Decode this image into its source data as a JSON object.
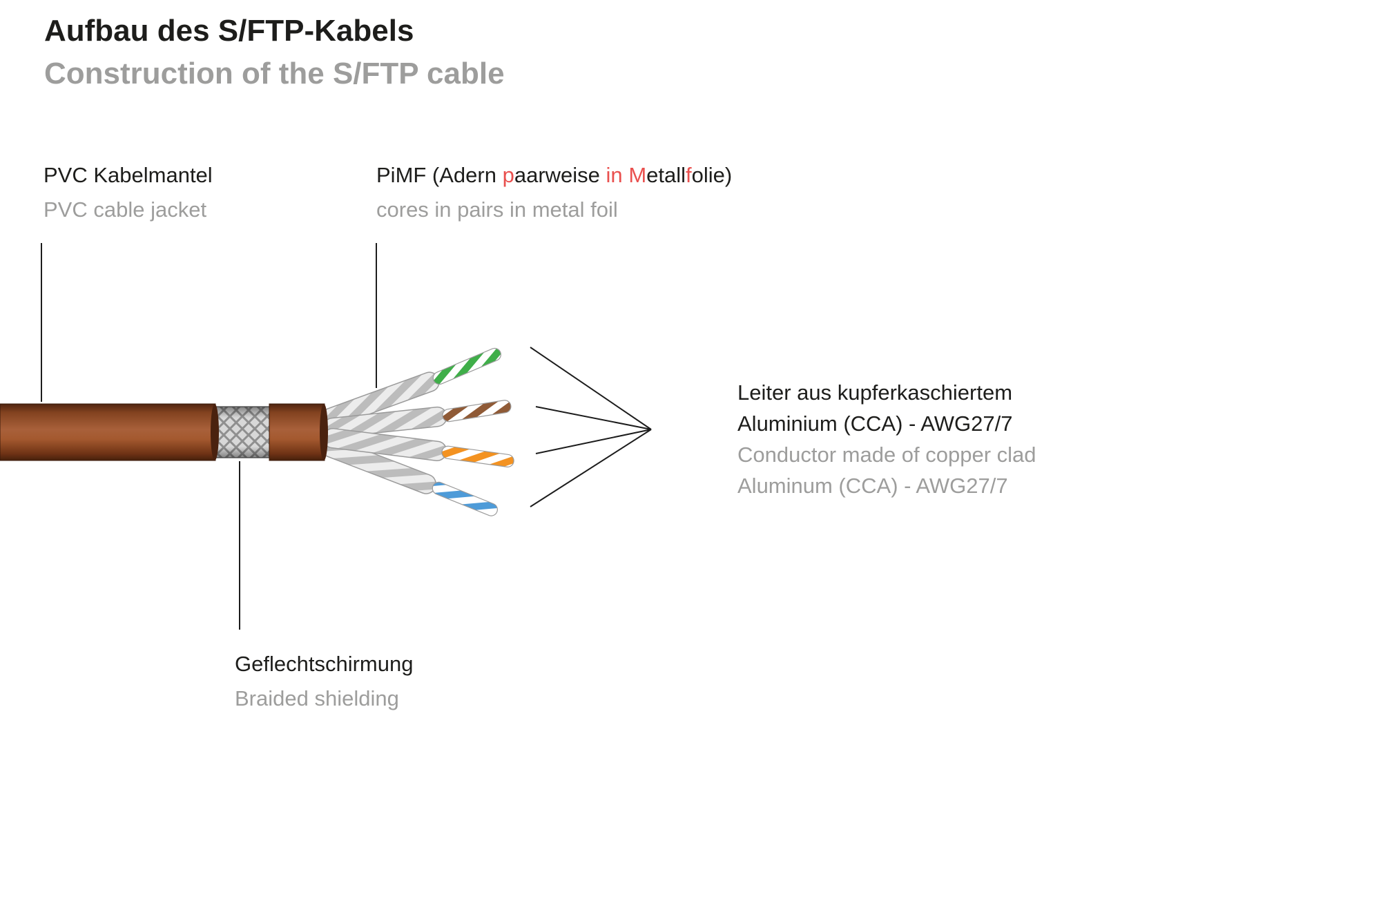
{
  "header": {
    "title_de": "Aufbau des S/FTP-Kabels",
    "title_en": "Construction of the S/FTP cable"
  },
  "labels": {
    "jacket": {
      "de": "PVC Kabelmantel",
      "en": "PVC cable jacket"
    },
    "pimf": {
      "de": {
        "s0": "PiMF (Adern ",
        "r0": "p",
        "s1": "aarweise ",
        "r1": "in",
        "s2": " ",
        "r2": "M",
        "s3": "etall",
        "r3": "f",
        "s4": "olie)"
      },
      "en": "cores in pairs in metal foil"
    },
    "conductor": {
      "de1": "Leiter aus kupferkaschiertem",
      "de2": "Aluminium (CCA) - AWG27/7",
      "en1": "Conductor made of copper clad",
      "en2": "Aluminum (CCA) - AWG27/7"
    },
    "braid": {
      "de": "Geflechtschirmung",
      "en": "Braided shielding"
    }
  },
  "colors": {
    "text_dark": "#1d1d1b",
    "text_gray": "#9d9d9c",
    "accent_red": "#e9504e",
    "jacket_brown": "#a4592f",
    "braid_gray": "#d8d8d8",
    "foil_light": "#ececec",
    "foil_dark": "#bcbcbc",
    "pair_green": "#3fae49",
    "pair_brown": "#8f5a36",
    "pair_orange": "#f39221",
    "pair_blue": "#4e9bd8"
  },
  "diagram": {
    "pair_colors": [
      "green",
      "brown",
      "orange",
      "blue"
    ]
  }
}
